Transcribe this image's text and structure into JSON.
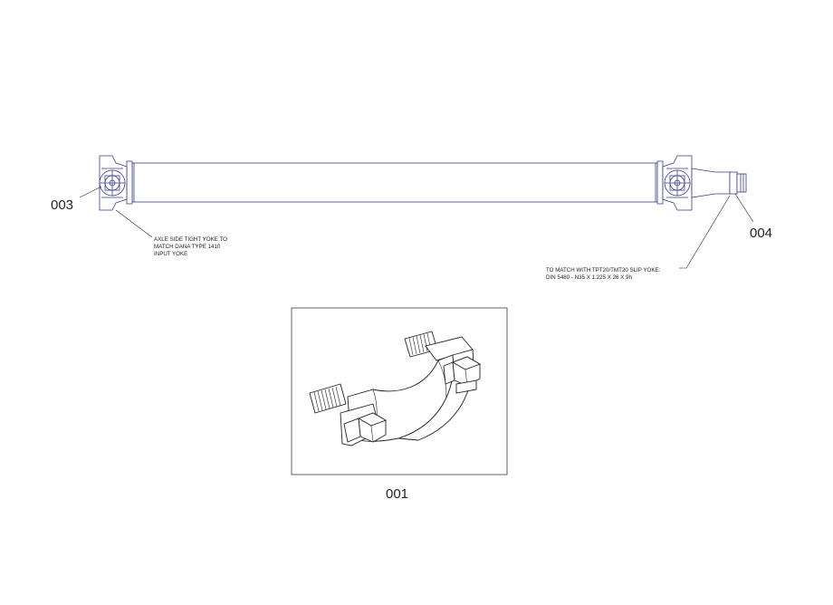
{
  "labels": {
    "item_003": "003",
    "item_004": "004",
    "item_001": "001"
  },
  "notes": {
    "axle_side": [
      "AXLE SIDE TIGHT YOKE TO",
      "MATCH DANA TYPE 1410",
      "INPUT YOKE"
    ],
    "slip_yoke": [
      "TO MATCH WITH TPT20/TMT20 SLIP YOKE:",
      "DIN 5480 - N35 X 1.225 X 26 X 9h"
    ]
  },
  "colors": {
    "line": "#3a3a8a",
    "detail_line": "#222222",
    "background": "#ffffff"
  }
}
